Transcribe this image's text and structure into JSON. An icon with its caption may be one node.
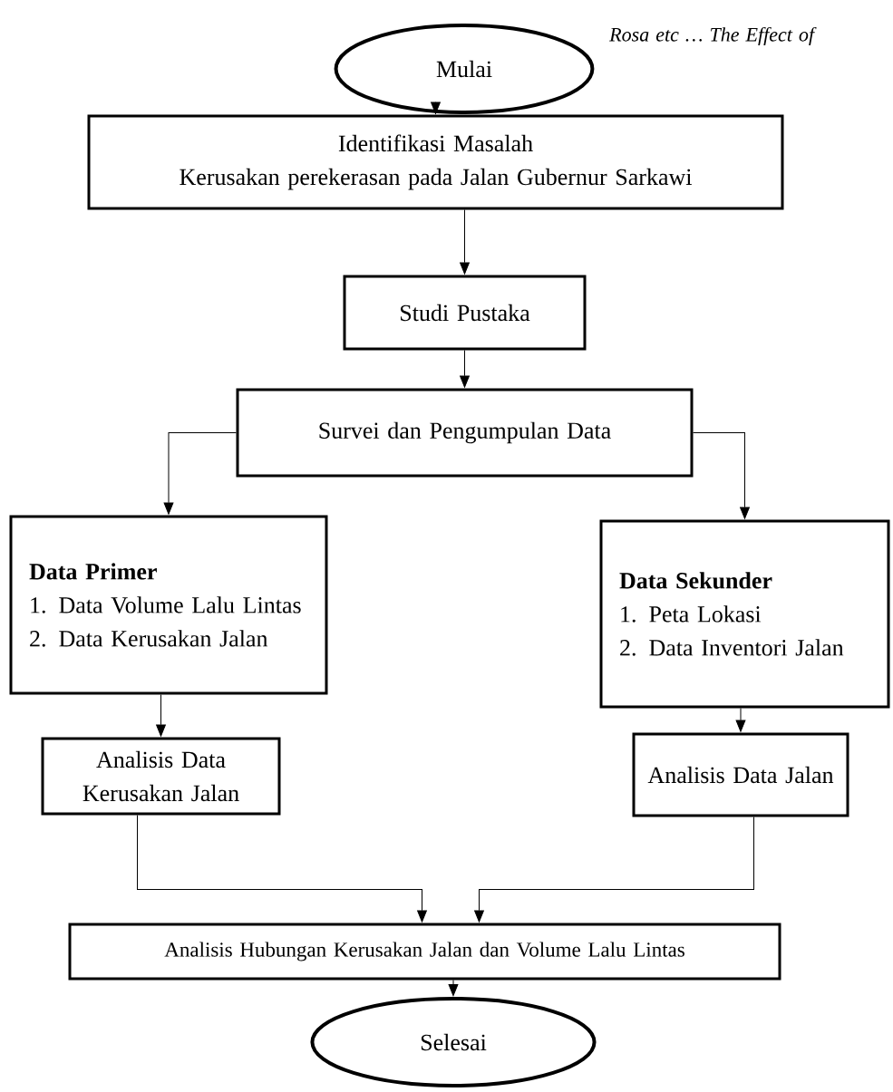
{
  "diagram": {
    "nodes": [
      {
        "text": [
          "Mulai"
        ]
      },
      {
        "text": [
          "Identifikasi Masalah",
          "Kerusakan perekerasan pada Jalan Gubernur Sarkawi"
        ]
      },
      {
        "text": [
          "Studi Pustaka"
        ]
      },
      {
        "text": [
          "Survei dan Pengumpulan Data"
        ]
      },
      {
        "text": [
          "Data Primer",
          "1. Data Volume Lalu Lintas",
          "2. Data Kerusakan Jalan"
        ]
      },
      {
        "text": [
          "Data Sekunder",
          "1. Peta Lokasi",
          "2. Data Inventori Jalan"
        ]
      },
      {
        "text": [
          "Analisis Data Kerusakan Jalan"
        ]
      },
      {
        "text": [
          "Analisis Data Jalan"
        ]
      },
      {
        "text": [
          "Analisis Hubungan Kerusakan Jalan dan Volume Lalu Lintas"
        ]
      },
      {
        "text": [
          "Selesai"
        ]
      }
    ],
    "edges": [
      {
        "from": 0,
        "to": 1,
        "arrow": "to"
      },
      {
        "from": 1,
        "to": 2,
        "arrow": "to"
      },
      {
        "from": 2,
        "to": 3,
        "arrow": "to"
      },
      {
        "from": 3,
        "to": 4,
        "arrow": "to"
      },
      {
        "from": 3,
        "to": 5,
        "arrow": "to"
      },
      {
        "from": 4,
        "to": 6,
        "arrow": "to"
      },
      {
        "from": 5,
        "to": 7,
        "arrow": "to"
      },
      {
        "from": 6,
        "to": 8,
        "arrow": "to"
      },
      {
        "from": 7,
        "to": 8,
        "arrow": "to"
      },
      {
        "from": 8,
        "to": 9,
        "arrow": "to"
      }
    ],
    "labels": [
      "Rosa etc … The Effect of"
    ]
  }
}
